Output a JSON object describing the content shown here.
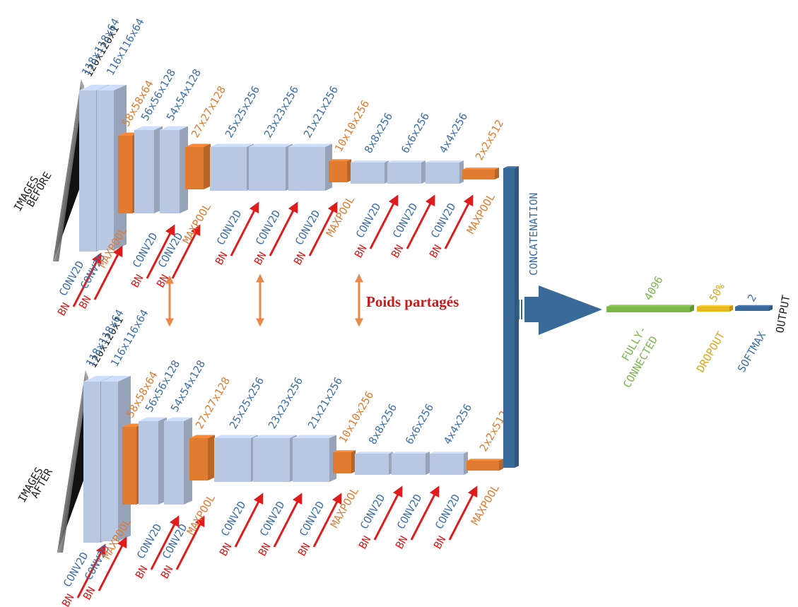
{
  "colors": {
    "conv": "#b8c7e2",
    "pool": "#e07b30",
    "concat": "#3a6a9a",
    "dense": "#7ab648",
    "dropout": "#e8b820",
    "softmax": "#3a6a9a",
    "blue_text": "#3c6fa8",
    "orange_text": "#e07b30",
    "red": "#e01b1b",
    "dark": "#222222",
    "green_text": "#7ab648",
    "yellow_text": "#d9a81a"
  },
  "branches": [
    {
      "input_label": "IMAGES\nBEFORE",
      "input_shape": "120x120x1",
      "layers": [
        {
          "kind": "conv",
          "shape": "118x118x64",
          "label": "CONV2D",
          "bn": "BN"
        },
        {
          "kind": "conv",
          "shape": "116x116x64",
          "label": "CONV2D",
          "bn": "BN"
        },
        {
          "kind": "pool",
          "shape": "58x58x64",
          "label": "MAXPOOL"
        },
        {
          "kind": "conv",
          "shape": "56x56x128",
          "label": "CONV2D",
          "bn": "BN"
        },
        {
          "kind": "conv",
          "shape": "54x54x128",
          "label": "CONV2D",
          "bn": "BN"
        },
        {
          "kind": "pool",
          "shape": "27x27x128",
          "label": "MAXPOOL"
        },
        {
          "kind": "conv",
          "shape": "25x25x256",
          "label": "CONV2D",
          "bn": "BN"
        },
        {
          "kind": "conv",
          "shape": "23x23x256",
          "label": "CONV2D",
          "bn": "BN"
        },
        {
          "kind": "conv",
          "shape": "21x21x256",
          "label": "CONV2D",
          "bn": "BN"
        },
        {
          "kind": "pool",
          "shape": "10x10x256",
          "label": "MAXPOOL"
        },
        {
          "kind": "conv",
          "shape": "8x8x256",
          "label": "CONV2D",
          "bn": "BN"
        },
        {
          "kind": "conv",
          "shape": "6x6x256",
          "label": "CONV2D",
          "bn": "BN"
        },
        {
          "kind": "conv",
          "shape": "4x4x256",
          "label": "CONV2D",
          "bn": "BN"
        },
        {
          "kind": "pool",
          "shape": "2x2x512",
          "label": "MAXPOOL"
        }
      ]
    },
    {
      "input_label": "IMAGES\nAFTER",
      "input_shape": "120x120x1",
      "layers": [
        {
          "kind": "conv",
          "shape": "118x118x64",
          "label": "CONV2D",
          "bn": "BN"
        },
        {
          "kind": "conv",
          "shape": "116x116x64",
          "label": "CONV2D",
          "bn": "BN"
        },
        {
          "kind": "pool",
          "shape": "58x58x64",
          "label": "MAXPOOL"
        },
        {
          "kind": "conv",
          "shape": "56x56x128",
          "label": "CONV2D",
          "bn": "BN"
        },
        {
          "kind": "conv",
          "shape": "54x54x128",
          "label": "CONV2D",
          "bn": "BN"
        },
        {
          "kind": "pool",
          "shape": "27x27x128",
          "label": "MAXPOOL"
        },
        {
          "kind": "conv",
          "shape": "25x25x256",
          "label": "CONV2D",
          "bn": "BN"
        },
        {
          "kind": "conv",
          "shape": "23x23x256",
          "label": "CONV2D",
          "bn": "BN"
        },
        {
          "kind": "conv",
          "shape": "21x21x256",
          "label": "CONV2D",
          "bn": "BN"
        },
        {
          "kind": "pool",
          "shape": "10x10x256",
          "label": "MAXPOOL"
        },
        {
          "kind": "conv",
          "shape": "8x8x256",
          "label": "CONV2D",
          "bn": "BN"
        },
        {
          "kind": "conv",
          "shape": "6x6x256",
          "label": "CONV2D",
          "bn": "BN"
        },
        {
          "kind": "conv",
          "shape": "4x4x256",
          "label": "CONV2D",
          "bn": "BN"
        },
        {
          "kind": "pool",
          "shape": "2x2x512",
          "label": "MAXPOOL"
        }
      ]
    }
  ],
  "shared_weights": "Poids partagés",
  "concatenation": "CONCATENATION",
  "head": {
    "dense": {
      "label": "FULLY-\nCONNECTED",
      "size": "4096"
    },
    "dropout": {
      "label": "DROPOUT",
      "rate": "50%"
    },
    "softmax": {
      "label": "SOFTMAX",
      "size": "2"
    },
    "output": "OUTPUT"
  }
}
